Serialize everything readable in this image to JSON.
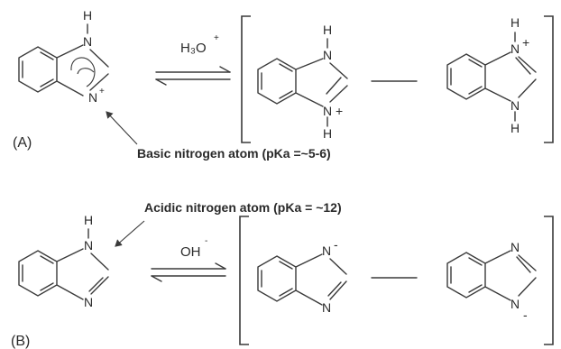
{
  "panels": [
    {
      "label": "(A)",
      "reagent": "H₃O",
      "reagent_charge": "+",
      "annotation": "Basic nitrogen atom (pKa =~5-6)"
    },
    {
      "label": "(B)",
      "reagent": "OH",
      "reagent_charge": "-",
      "annotation": "Acidic nitrogen atom (pKa = ~12)"
    }
  ],
  "atoms": {
    "nitrogen": "N",
    "hydrogen": "H",
    "positive": "+",
    "negative": "-"
  },
  "colors": {
    "ink": "#2a2a2a",
    "background": "#ffffff"
  }
}
